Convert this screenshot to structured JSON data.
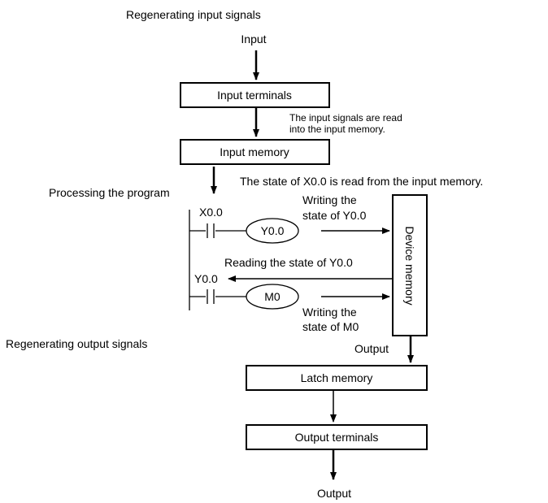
{
  "sections": {
    "regen_input": "Regenerating input signals",
    "processing": "Processing the program",
    "regen_output": "Regenerating output signals"
  },
  "labels": {
    "input": "Input",
    "input_terminals": "Input terminals",
    "input_note_line1": "The input signals are read",
    "input_note_line2": "into the input memory.",
    "input_memory": "Input memory",
    "x00_read_note": "The state of X0.0 is read from the input memory.",
    "contact_x00": "X0.0",
    "coil_y00": "Y0.0",
    "write_y00_line1": "Writing the",
    "write_y00_line2": "state of  Y0.0",
    "device_memory": "Device memory",
    "read_y00": "Reading the state of Y0.0",
    "contact_y00": "Y0.0",
    "coil_m0": "M0",
    "write_m0_line1": "Writing the",
    "write_m0_line2": "state of  M0",
    "device_output": "Output",
    "latch_memory": "Latch memory",
    "output_terminals": "Output terminals",
    "output": "Output"
  }
}
